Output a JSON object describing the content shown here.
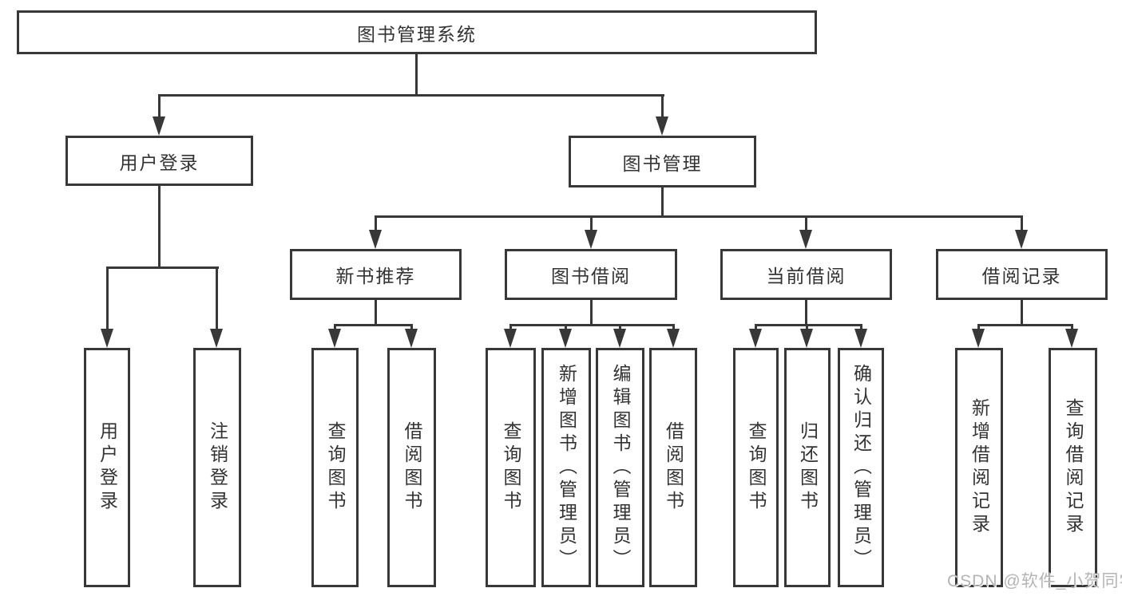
{
  "title": "图书管理系统",
  "tree": {
    "label": "图书管理系统",
    "children": [
      {
        "label": "用户登录",
        "children": [
          {
            "label": "用户登录"
          },
          {
            "label": "注销登录"
          }
        ]
      },
      {
        "label": "图书管理",
        "children": [
          {
            "label": "新书推荐",
            "children": [
              {
                "label": "查询图书"
              },
              {
                "label": "借阅图书"
              }
            ]
          },
          {
            "label": "图书借阅",
            "children": [
              {
                "label": "查询图书"
              },
              {
                "label": "新增图书（管理员）"
              },
              {
                "label": "编辑图书（管理员）"
              },
              {
                "label": "借阅图书"
              }
            ]
          },
          {
            "label": "当前借阅",
            "children": [
              {
                "label": "查询图书"
              },
              {
                "label": "归还图书"
              },
              {
                "label": "确认归还（管理员）"
              }
            ]
          },
          {
            "label": "借阅记录",
            "children": [
              {
                "label": "新增借阅记录"
              },
              {
                "label": "查询借阅记录"
              }
            ]
          }
        ]
      }
    ]
  },
  "watermark": {
    "text": "CSDN @软件_小贺同学"
  },
  "colors": {
    "line": "#383838",
    "border": "#383838",
    "text": "#333333",
    "background": "#ffffff",
    "watermark": "#b4b4b4"
  }
}
